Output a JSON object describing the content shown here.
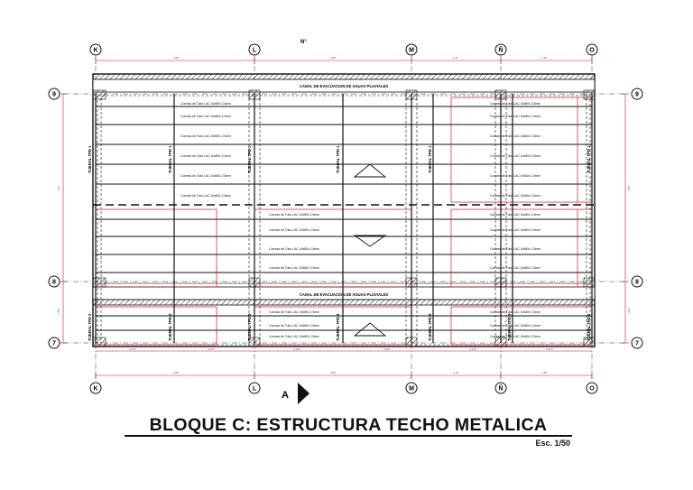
{
  "drawing": {
    "title": "BLOQUE C: ESTRUCTURA TECHO METALICA",
    "scale": "Esc. 1/50",
    "section_marker": "A",
    "north_mark": "N°"
  },
  "grid": {
    "columns": [
      "K",
      "L",
      "M",
      "Ñ",
      "O"
    ],
    "rows": [
      "9",
      "8",
      "7"
    ]
  },
  "channels": {
    "top": "CANAL DE EVACUACION DE AGUAS PLUVIALES",
    "middle": "CANAL DE EVACUACION DE AGUAS PLUVIALES"
  },
  "beam_label": "Correas de Tubo LAC 40x80x 2.5mm",
  "dimensions": {
    "top": [
      "3.65",
      "3.80",
      "1.10",
      "1.35"
    ],
    "bottom": [
      "3.65",
      "3.80",
      "1.10",
      "1.35"
    ],
    "lower": [
      "2.670",
      "2.470",
      "2.400",
      "2.400",
      "2.470",
      "2.670"
    ],
    "left": [
      "4.30",
      "1.90"
    ],
    "right": [
      "4.30",
      "1.90"
    ]
  },
  "trusses": {
    "upper": [
      "TIJERAL TPD 1",
      "TIJERAL TPD 1",
      "TIJERAL TPD 1",
      "TIJERAL TPD 1",
      "TIJERAL TPD 1",
      "TIJERAL TPD 1"
    ],
    "lower": [
      "TIJERAL TPD 2",
      "TIJERAL TPD 3",
      "TIJERAL TPD 3",
      "TIJERAL TPD 3",
      "TIJERAL TPD 3",
      "TIJERAL TPD 3",
      "TIJERAL TPD 2"
    ]
  }
}
